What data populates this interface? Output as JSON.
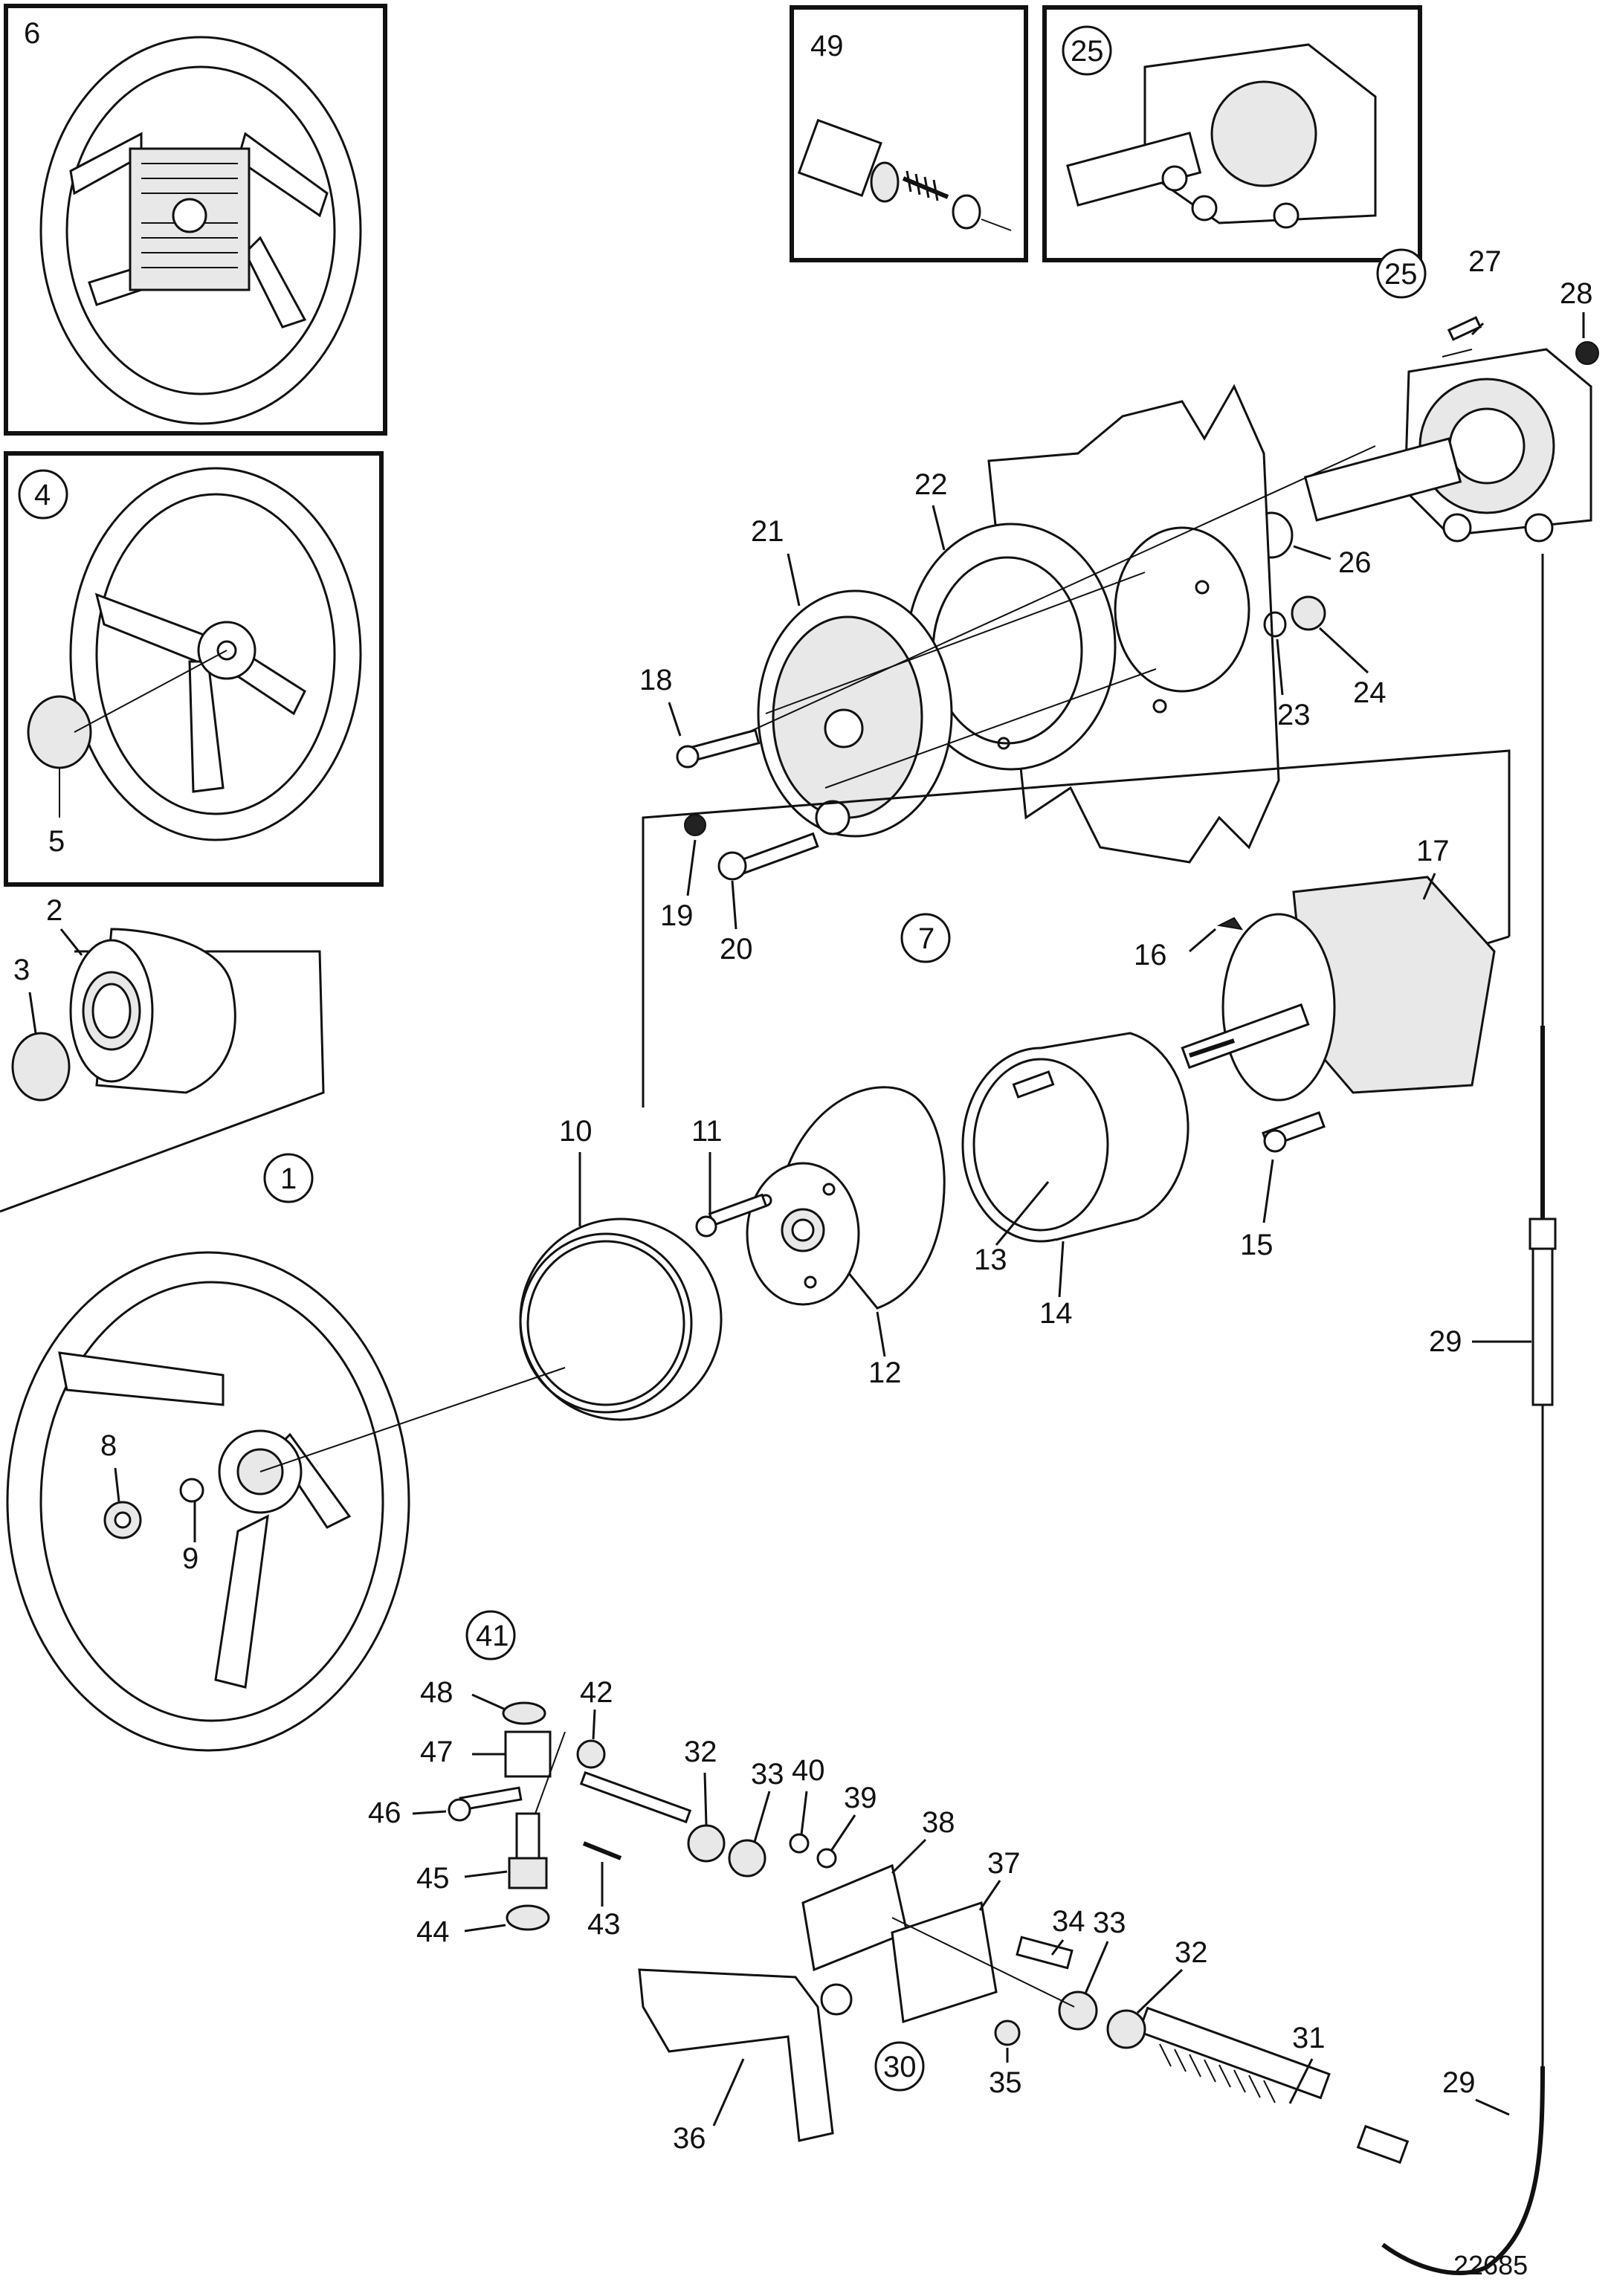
{
  "drawing_number": "22685",
  "inset_labels": {
    "inset_6": "6",
    "inset_4": "4",
    "inset_49": "49",
    "inset_25": "25"
  },
  "part_labels": {
    "p1": "1",
    "p2": "2",
    "p3": "3",
    "p5": "5",
    "p7": "7",
    "p8": "8",
    "p9": "9",
    "p10": "10",
    "p11": "11",
    "p12": "12",
    "p13": "13",
    "p14": "14",
    "p15": "15",
    "p16": "16",
    "p17": "17",
    "p18": "18",
    "p19": "19",
    "p20": "20",
    "p21": "21",
    "p22": "22",
    "p23": "23",
    "p24": "24",
    "p25": "25",
    "p26": "26",
    "p27": "27",
    "p28": "28",
    "p29a": "29",
    "p29b": "29",
    "p30": "30",
    "p31": "31",
    "p32a": "32",
    "p32b": "32",
    "p33a": "33",
    "p33b": "33",
    "p34": "34",
    "p35": "35",
    "p36": "36",
    "p37": "37",
    "p38": "38",
    "p39": "39",
    "p40": "40",
    "p41": "41",
    "p42": "42",
    "p43": "43",
    "p44": "44",
    "p45": "45",
    "p46": "46",
    "p47": "47",
    "p48": "48"
  }
}
